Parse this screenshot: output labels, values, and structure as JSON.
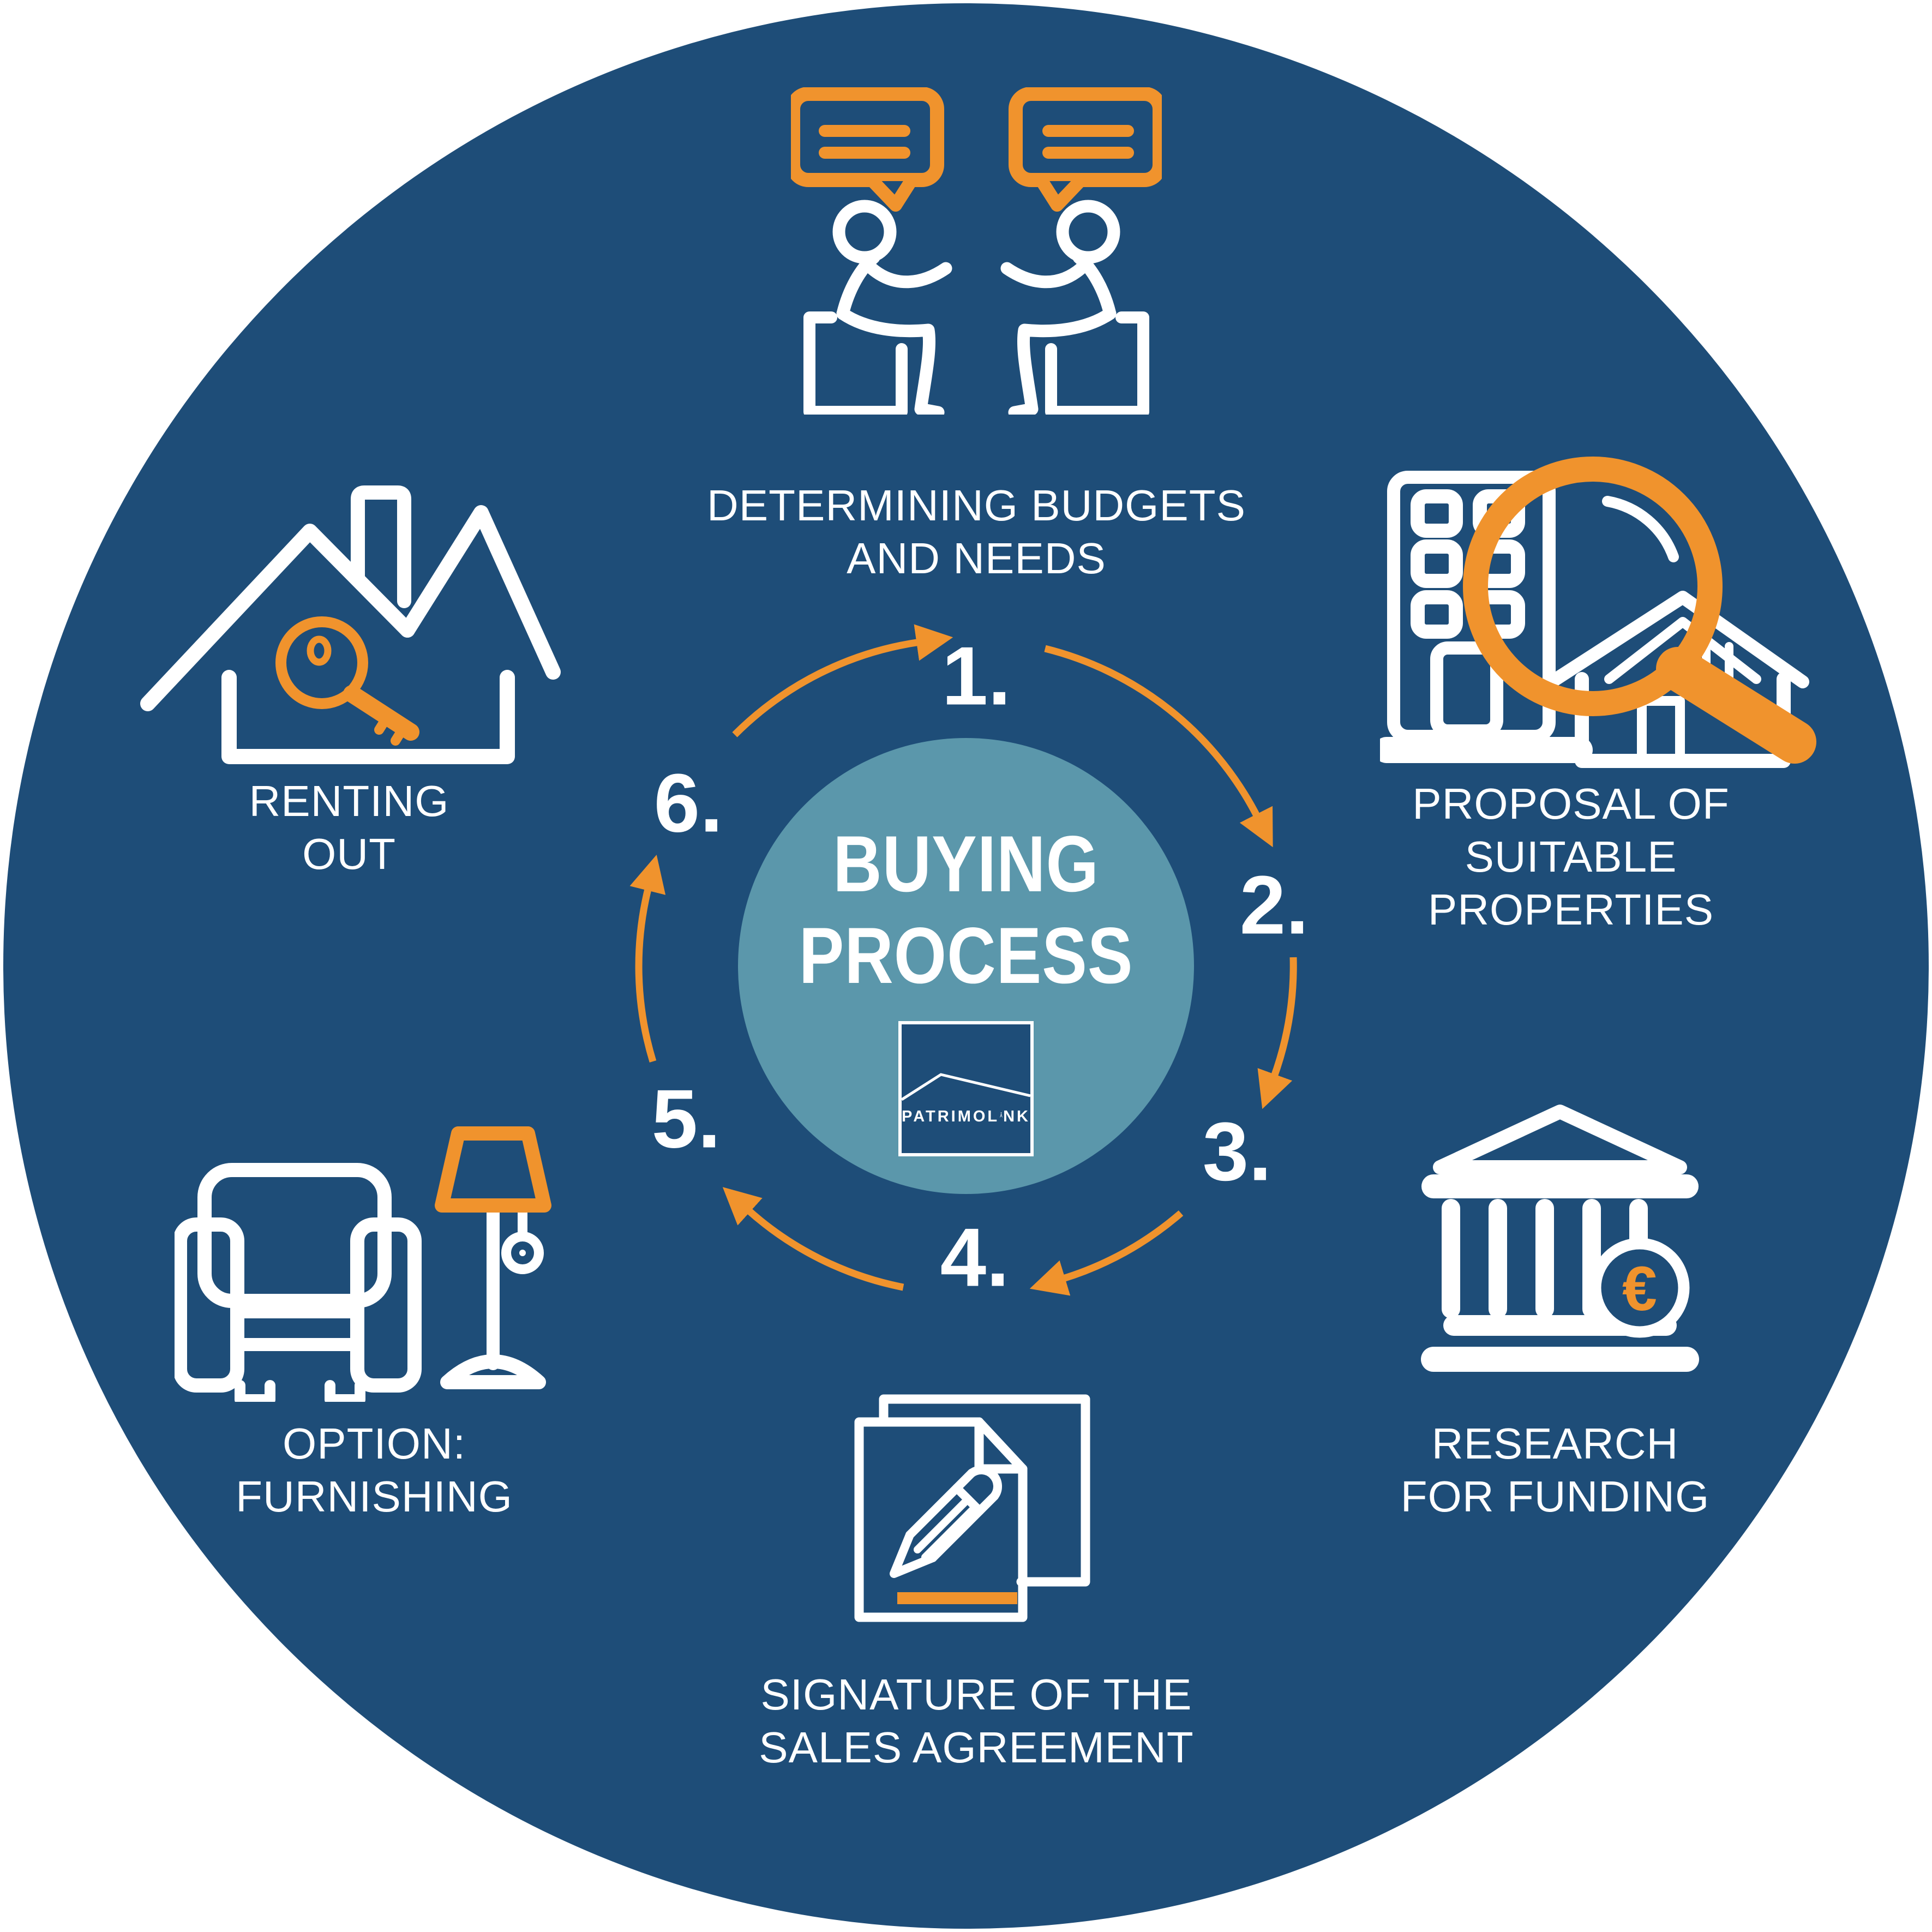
{
  "colors": {
    "page_background": "#FFFFFF",
    "navy": "#1E4D78",
    "light_blue": "#5B97AB",
    "orange": "#F0932D",
    "text": "#FFFFFF"
  },
  "center": {
    "title_lines": [
      "BUYING",
      "PROCESS"
    ],
    "logo_text": "PATRIMOLINK",
    "logo_text_before_tower": "PATRIMOL",
    "logo_text_after_tower": "NK"
  },
  "icons": {
    "euro_symbol": "€"
  },
  "steps": [
    {
      "number": "1.",
      "label_lines": [
        "DETERMINING BUDGETS",
        "AND NEEDS"
      ],
      "icon": "people-talking"
    },
    {
      "number": "2.",
      "label_lines": [
        "PROPOSAL OF",
        "SUITABLE",
        "PROPERTIES"
      ],
      "icon": "property-search"
    },
    {
      "number": "3.",
      "label_lines": [
        "RESEARCH",
        "FOR FUNDING"
      ],
      "icon": "bank-euro"
    },
    {
      "number": "4.",
      "label_lines": [
        "SIGNATURE OF THE",
        "SALES AGREEMENT"
      ],
      "icon": "contract-pencil"
    },
    {
      "number": "5.",
      "label_lines": [
        "OPTION:",
        "FURNISHING"
      ],
      "icon": "armchair-lamp"
    },
    {
      "number": "6.",
      "label_lines": [
        "RENTING",
        "OUT"
      ],
      "icon": "house-key"
    }
  ]
}
